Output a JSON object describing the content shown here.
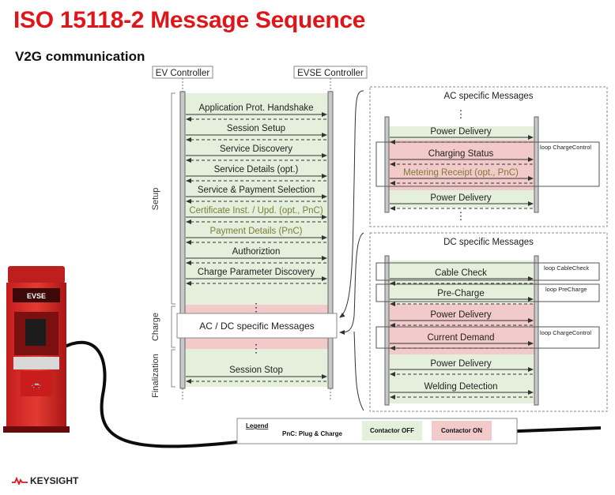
{
  "title": "ISO 15118-2 Message Sequence",
  "subtitle": "V2G communication",
  "brand": "KEYSIGHT",
  "colors": {
    "accent": "#e0151a",
    "contactor_off": "#e4f0dc",
    "contactor_on": "#f2caca",
    "olive_text": "#7d7d3a"
  },
  "main": {
    "ev_controller": "EV Controller",
    "evse_controller": "EVSE Controller",
    "phases": {
      "setup": "Setup",
      "charge": "Charge",
      "finalization": "Finalization"
    },
    "messages": [
      {
        "label": "Application Prot. Handshake",
        "optional": false
      },
      {
        "label": "Session Setup",
        "optional": false
      },
      {
        "label": "Service Discovery",
        "optional": false
      },
      {
        "label": "Service Details (opt.)",
        "optional": false
      },
      {
        "label": "Service & Payment Selection",
        "optional": false
      },
      {
        "label": "Certificate Inst. / Upd. (opt., PnC)",
        "optional": true
      },
      {
        "label": "Payment Details (PnC)",
        "optional": true
      },
      {
        "label": "Authoriztion",
        "optional": false
      },
      {
        "label": "Charge Parameter Discovery",
        "optional": false
      }
    ],
    "ac_dc_box": "AC / DC specific Messages",
    "session_stop": "Session Stop"
  },
  "ac_panel": {
    "title": "AC specific Messages",
    "messages": [
      "Power Delivery",
      "Charging Status",
      "Metering Receipt (opt., PnC)",
      "Power Delivery"
    ],
    "loop": "loop ChargeControl"
  },
  "dc_panel": {
    "title": "DC specific Messages",
    "messages": [
      "Cable Check",
      "Pre-Charge",
      "Power Delivery",
      "Current Demand",
      "Power Delivery",
      "Welding Detection"
    ],
    "loops": [
      "loop CableCheck",
      "loop PreCharge",
      "loop ChargeControl"
    ]
  },
  "legend": {
    "title": "Legend",
    "pnc": "PnC: Plug & Charge",
    "off": "Contactor OFF",
    "on": "Contactor ON"
  },
  "evse_label": "EVSE"
}
